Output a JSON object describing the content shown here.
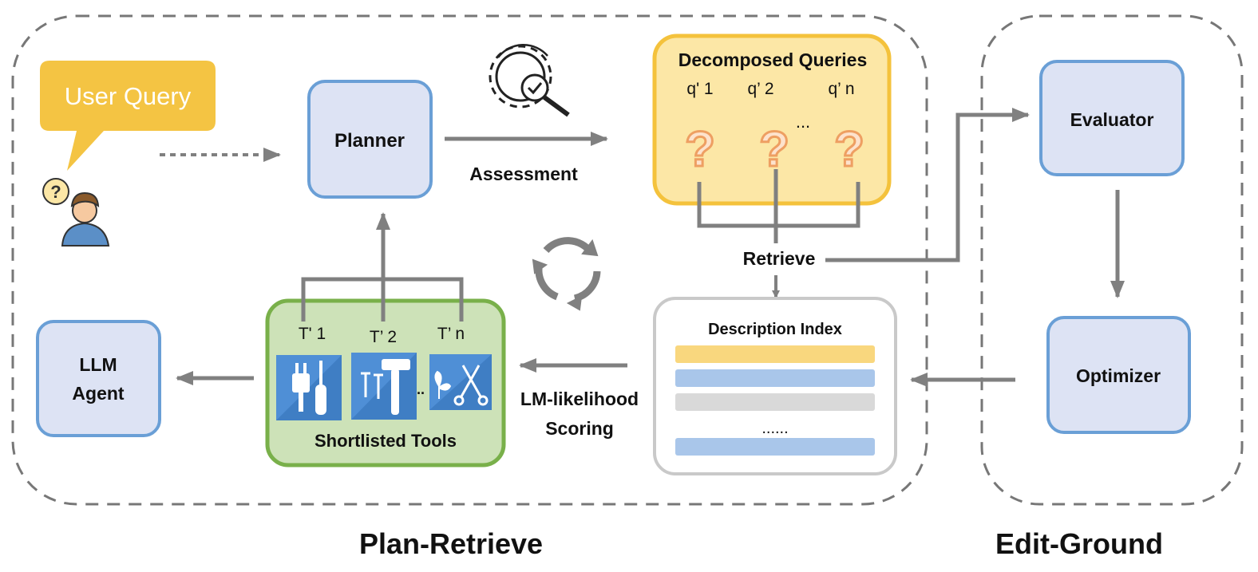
{
  "user_query": "User Query",
  "planner": "Planner",
  "assessment": "Assessment",
  "decomposed_queries": {
    "title": "Decomposed Queries",
    "items": [
      "q' 1",
      "q’ 2",
      "q’ n"
    ],
    "ellipsis": "..."
  },
  "retrieve": "Retrieve",
  "description_index": {
    "title": "Description Index",
    "ellipsis": "......",
    "row_colors": [
      "#f9d77e",
      "#a9c6ea",
      "#d9d9d9",
      "#a9c6ea"
    ]
  },
  "lm_scoring": {
    "line1": "LM-likelihood",
    "line2": "Scoring"
  },
  "shortlisted_tools": {
    "title": "Shortlisted Tools",
    "items": [
      "T' 1",
      "T’ 2",
      "T’ n"
    ],
    "ellipsis": ".."
  },
  "llm_agent": {
    "line1": "LLM",
    "line2": "Agent"
  },
  "evaluator": "Evaluator",
  "optimizer": "Optimizer",
  "sections": {
    "plan_retrieve": "Plan-Retrieve",
    "edit_ground": "Edit-Ground"
  },
  "colors": {
    "blue_box_fill": "#dde3f4",
    "blue_box_stroke": "#6a9fd6",
    "query_fill": "#fce7a6",
    "query_stroke": "#f4c23c",
    "tools_fill": "#cde2b8",
    "tools_stroke": "#79b04a",
    "bubble": "#f4c443",
    "arrow": "#808080",
    "qmark": "#ee9f62",
    "tool_icon": "#4f8fd6"
  },
  "icons": [
    "question-mark-icon",
    "user-icon",
    "gear-magnifier-icon",
    "refresh-cycle-icon",
    "plug-screwdriver-icon",
    "hammer-nails-icon",
    "sprout-scissors-icon"
  ]
}
